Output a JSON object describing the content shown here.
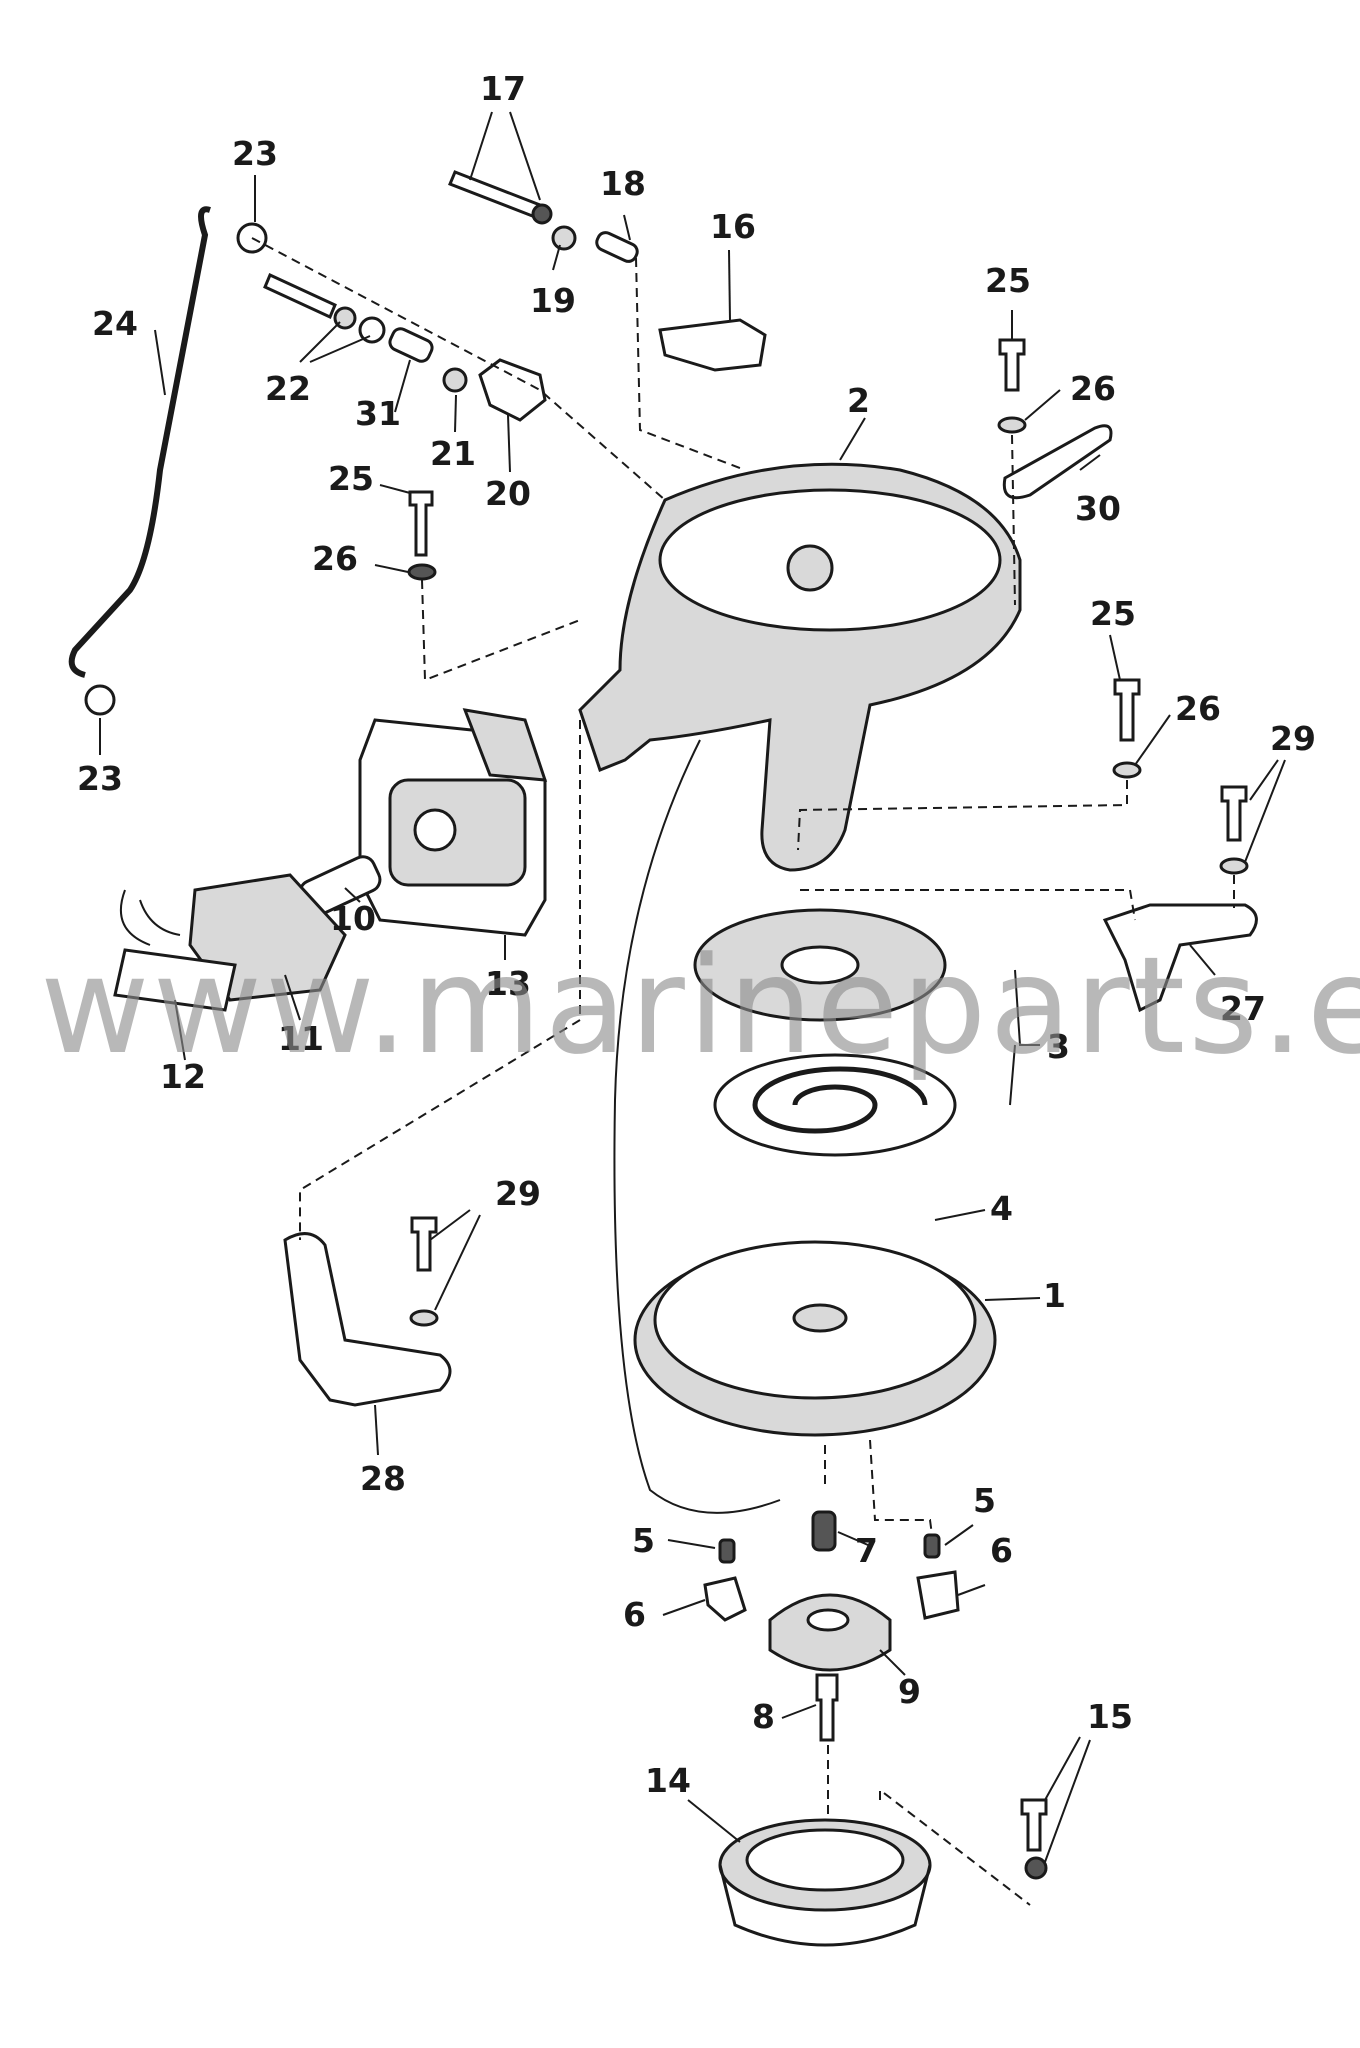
{
  "watermark": "www.marineparts.eu",
  "callouts": {
    "c1": "1",
    "c2": "2",
    "c3": "3",
    "c4": "4",
    "c5a": "5",
    "c5b": "5",
    "c6a": "6",
    "c6b": "6",
    "c7": "7",
    "c8": "8",
    "c9": "9",
    "c10": "10",
    "c11": "11",
    "c12": "12",
    "c13": "13",
    "c14": "14",
    "c15": "15",
    "c16": "16",
    "c17": "17",
    "c18": "18",
    "c19": "19",
    "c20": "20",
    "c21": "21",
    "c22": "22",
    "c23a": "23",
    "c23b": "23",
    "c24": "24",
    "c25a": "25",
    "c25b": "25",
    "c25c": "25",
    "c26a": "26",
    "c26b": "26",
    "c26c": "26",
    "c27": "27",
    "c28": "28",
    "c29a": "29",
    "c29b": "29",
    "c30": "30",
    "c31": "31"
  }
}
